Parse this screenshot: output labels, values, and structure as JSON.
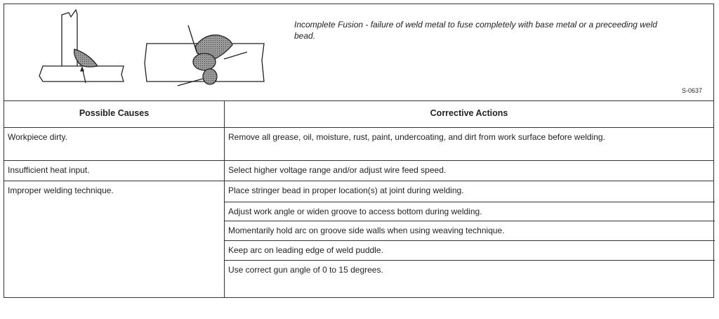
{
  "figure": {
    "description_title": "Incomplete Fusion",
    "description_text": " - failure of weld metal to fuse completely with base metal or a preceeding weld bead.",
    "code": "S-0637"
  },
  "table": {
    "headers": {
      "causes": "Possible Causes",
      "actions": "Corrective Actions"
    },
    "rows": [
      {
        "cause": "Workpiece dirty.",
        "actions": [
          "Remove all grease, oil, moisture, rust, paint, undercoating, and dirt from work surface before welding."
        ]
      },
      {
        "cause": "Insufficient heat input.",
        "actions": [
          "Select higher voltage range and/or adjust wire feed speed."
        ]
      },
      {
        "cause": "Improper welding technique.",
        "actions": [
          "Place stringer bead in proper location(s) at joint during welding.",
          "Adjust work angle or widen groove to access bottom during welding.",
          "Momentarily hold arc on groove side walls when using weaving technique.",
          "Keep arc on leading edge of weld puddle.",
          "Use correct gun angle of 0 to 15 degrees."
        ]
      }
    ]
  }
}
